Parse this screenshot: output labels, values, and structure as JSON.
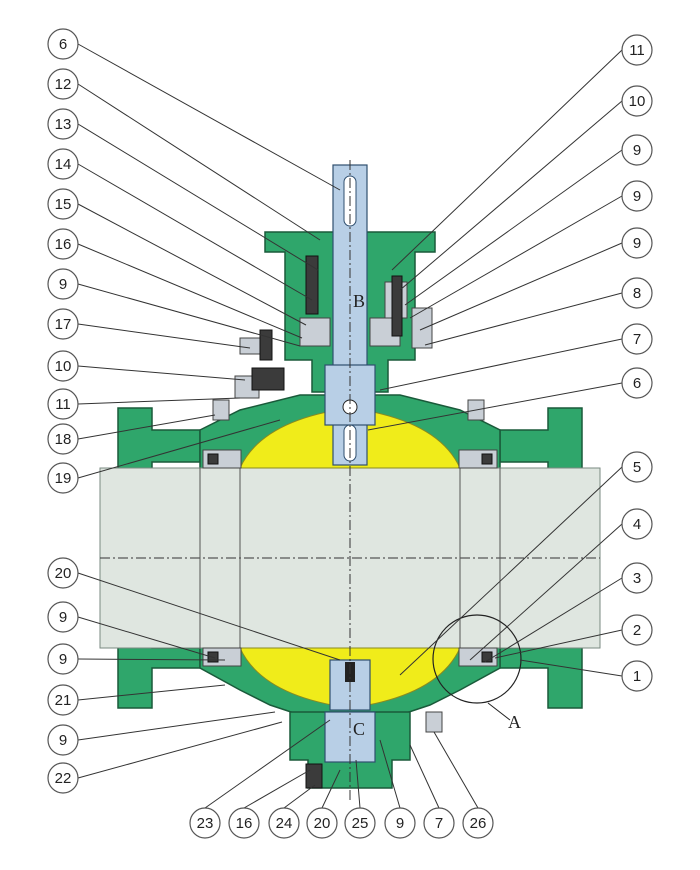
{
  "callouts_left": [
    "6",
    "12",
    "13",
    "14",
    "15",
    "16",
    "9",
    "17",
    "10",
    "11",
    "18",
    "19",
    "20",
    "9",
    "9",
    "21",
    "9",
    "22"
  ],
  "callouts_right": [
    "11",
    "10",
    "9",
    "9",
    "9",
    "8",
    "7",
    "6",
    "5",
    "4",
    "3",
    "2",
    "1"
  ],
  "callouts_bottom": [
    "23",
    "16",
    "24",
    "20",
    "25",
    "9",
    "7",
    "26"
  ],
  "detail_labels": {
    "b": "B",
    "c": "C",
    "a": "A"
  },
  "colors": {
    "body": "#2fa66b",
    "ball": "#f0ec1a",
    "stem": "#b8cfe6",
    "bore": "#dfe6e0"
  }
}
